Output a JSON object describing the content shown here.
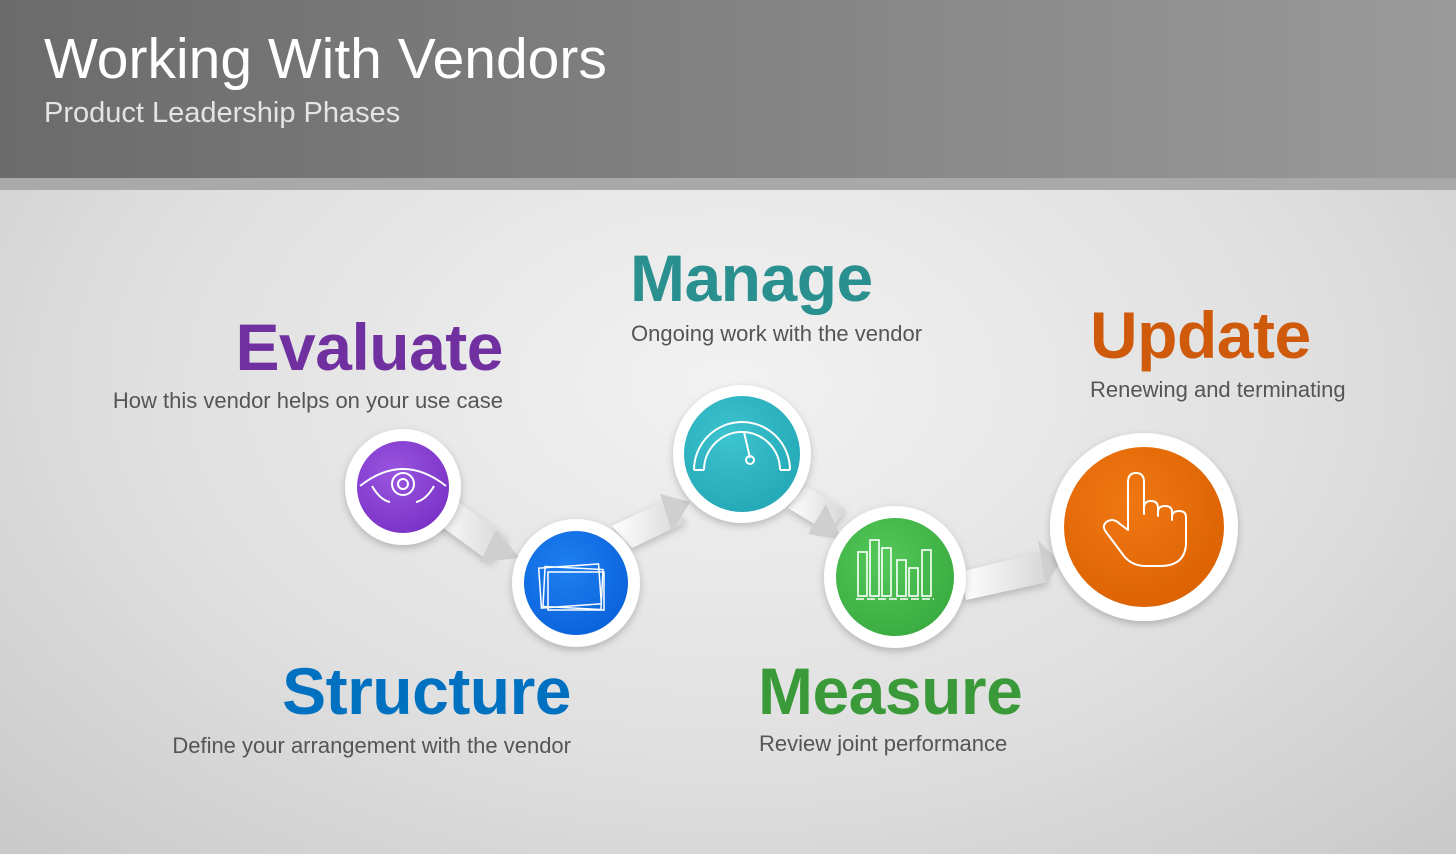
{
  "header": {
    "title": "Working With Vendors",
    "subtitle": "Product Leadership Phases"
  },
  "phases": [
    {
      "title": "Evaluate",
      "description": "How this vendor helps on your use case",
      "color": "#7030a0",
      "icon": "eye-icon"
    },
    {
      "title": "Structure",
      "description": "Define your arrangement with the vendor",
      "color": "#0070c0",
      "icon": "layers-icon"
    },
    {
      "title": "Manage",
      "description": "Ongoing work with the vendor",
      "color": "#2a8f8f",
      "icon": "gauge-icon"
    },
    {
      "title": "Measure",
      "description": "Review joint performance",
      "color": "#3a9a3a",
      "icon": "bar-chart-icon"
    },
    {
      "title": "Update",
      "description": "Renewing and terminating",
      "color": "#d05a0c",
      "icon": "pointer-hand-icon"
    }
  ],
  "colors": {
    "evaluate_circle": "#8a3fd4",
    "structure_circle": "#0a6fe6",
    "manage_circle": "#2fb4c2",
    "measure_circle": "#44b84a",
    "update_circle": "#e36a05"
  }
}
